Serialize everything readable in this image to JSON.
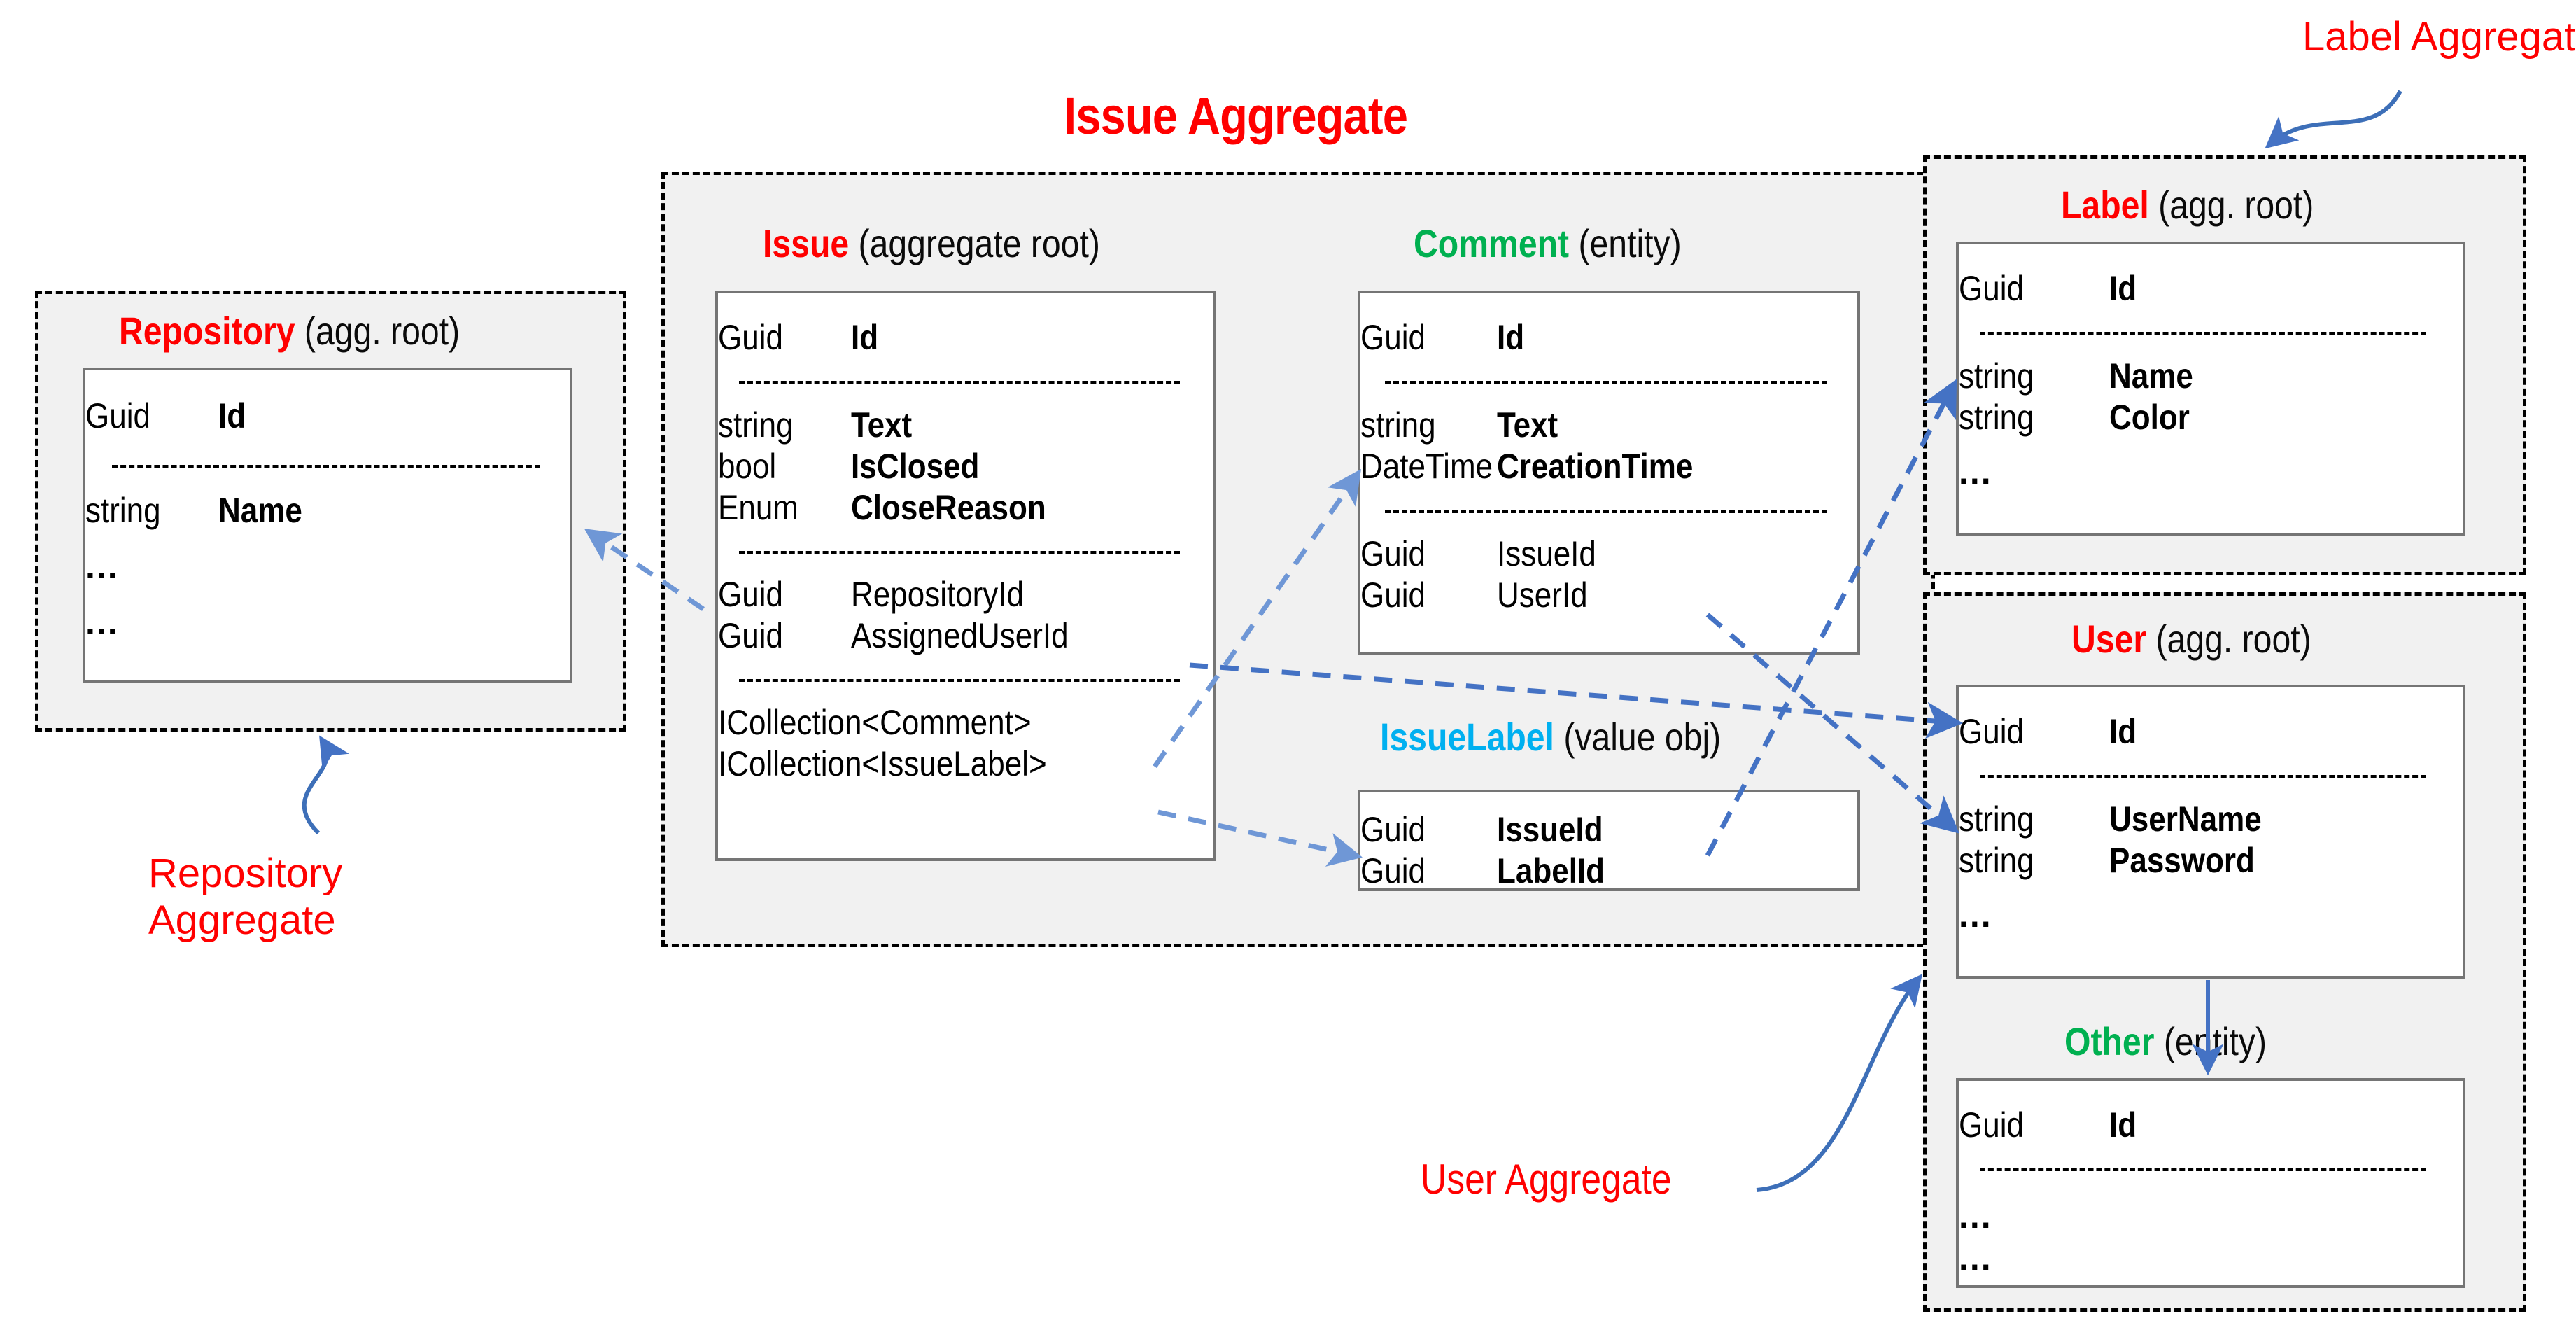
{
  "diagram": {
    "title": "Issue Aggregate",
    "colors": {
      "aggregate_root": "#ff0000",
      "entity": "#00b050",
      "value_object": "#00b0f0",
      "connector": "#4472c4",
      "container_fill": "#f1f1f1",
      "card_border": "#757575"
    }
  },
  "annotations": [
    {
      "id": "label-aggregate",
      "text": "Label Aggregate"
    },
    {
      "id": "repository-aggregate",
      "text": "Repository\nAggregate"
    },
    {
      "id": "user-aggregate",
      "text": "User Aggregate"
    }
  ],
  "containers": {
    "repository": {
      "name": "Repository Aggregate"
    },
    "issue": {
      "name": "Issue Aggregate"
    },
    "label": {
      "name": "Label Aggregate"
    },
    "user": {
      "name": "User Aggregate"
    }
  },
  "entities": {
    "repository": {
      "name": "Repository",
      "kind": "(agg. root)",
      "rows": [
        {
          "type": "Guid",
          "member": "Id",
          "bold": true
        },
        {
          "sep": true
        },
        {
          "type": "string",
          "member": "Name",
          "bold": true
        },
        {
          "dots": "..."
        },
        {
          "dots": "..."
        }
      ]
    },
    "issue": {
      "name": "Issue",
      "kind": "(aggregate root)",
      "rows": [
        {
          "type": "Guid",
          "member": "Id",
          "bold": true
        },
        {
          "sep": true
        },
        {
          "type": "string",
          "member": "Text",
          "bold": true
        },
        {
          "type": "bool",
          "member": "IsClosed",
          "bold": true
        },
        {
          "type": "Enum",
          "member": "CloseReason",
          "bold": true
        },
        {
          "sep": true
        },
        {
          "type": "Guid",
          "member": "RepositoryId",
          "bold": false
        },
        {
          "type": "Guid",
          "member": "AssignedUserId",
          "bold": false
        },
        {
          "sep": true
        },
        {
          "wide": "ICollection<Comment>"
        },
        {
          "wide": "ICollection<IssueLabel>"
        }
      ]
    },
    "comment": {
      "name": "Comment",
      "kind": "(entity)",
      "rows": [
        {
          "type": "Guid",
          "member": "Id",
          "bold": true
        },
        {
          "sep": true
        },
        {
          "type": "string",
          "member": "Text",
          "bold": true
        },
        {
          "type": "DateTime",
          "member": "CreationTime",
          "bold": true
        },
        {
          "sep": true
        },
        {
          "type": "Guid",
          "member": "IssueId",
          "bold": false
        },
        {
          "type": "Guid",
          "member": "UserId",
          "bold": false
        }
      ]
    },
    "issuelabel": {
      "name": "IssueLabel",
      "kind": "(value obj)",
      "rows": [
        {
          "type": "Guid",
          "member": "IssueId",
          "bold": true
        },
        {
          "type": "Guid",
          "member": "LabelId",
          "bold": true
        }
      ]
    },
    "label": {
      "name": "Label",
      "kind": "(agg. root)",
      "rows": [
        {
          "type": "Guid",
          "member": "Id",
          "bold": true
        },
        {
          "sep": true
        },
        {
          "type": "string",
          "member": "Name",
          "bold": true
        },
        {
          "type": "string",
          "member": "Color",
          "bold": true
        },
        {
          "dots": "..."
        }
      ]
    },
    "user": {
      "name": "User",
      "kind": "(agg. root)",
      "rows": [
        {
          "type": "Guid",
          "member": "Id",
          "bold": true
        },
        {
          "sep": true
        },
        {
          "type": "string",
          "member": "UserName",
          "bold": true
        },
        {
          "type": "string",
          "member": "Password",
          "bold": true
        },
        {
          "dots": "..."
        }
      ]
    },
    "other": {
      "name": "Other",
      "kind": "(entity)",
      "rows": [
        {
          "type": "Guid",
          "member": "Id",
          "bold": true
        },
        {
          "sep": true
        },
        {
          "dots": "..."
        },
        {
          "dots": "..."
        }
      ]
    }
  }
}
